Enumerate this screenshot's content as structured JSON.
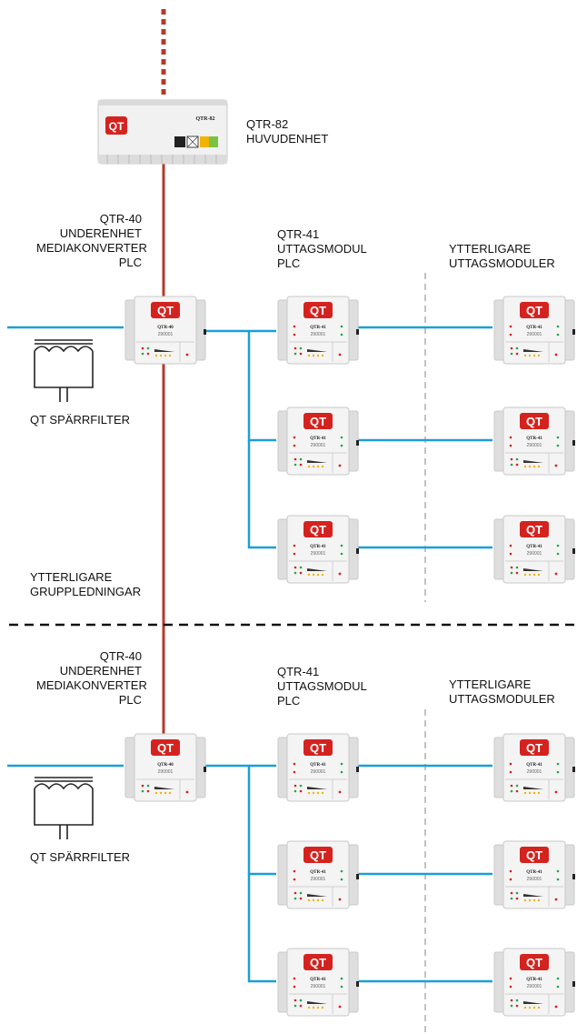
{
  "colors": {
    "power_line": "#b43a2a",
    "data_line": "#1a9fd8",
    "divider": "#111111",
    "dashed_vertical": "#9a9a9a",
    "brand_red": "#d4231f"
  },
  "main_unit": {
    "label": "QTR-82\nHUVUDENHET",
    "device_text": "QTR-82",
    "logo": "QT"
  },
  "sections": [
    {
      "sub_unit_label": "QTR-40\nUNDERENHET\nMEDIAKONVERTER\nPLC",
      "outlet_label": "QTR-41\nUTTAGSMODUL\nPLC",
      "more_outlets_label": "YTTERLIGARE\nUTTAGSMODULER",
      "filter_label": "QT SPÄRRFILTER",
      "more_groups_label": "YTTERLIGARE\nGRUPPLEDNINGAR"
    },
    {
      "sub_unit_label": "QTR-40\nUNDERENHET\nMEDIAKONVERTER\nPLC",
      "outlet_label": "QTR-41\nUTTAGSMODUL\nPLC",
      "more_outlets_label": "YTTERLIGARE\nUTTAGSMODULER",
      "filter_label": "QT SPÄRRFILTER"
    }
  ],
  "device_texts": {
    "qtr40_model": "QTR-40",
    "qtr41_model": "QTR-41",
    "serial": "290001"
  }
}
